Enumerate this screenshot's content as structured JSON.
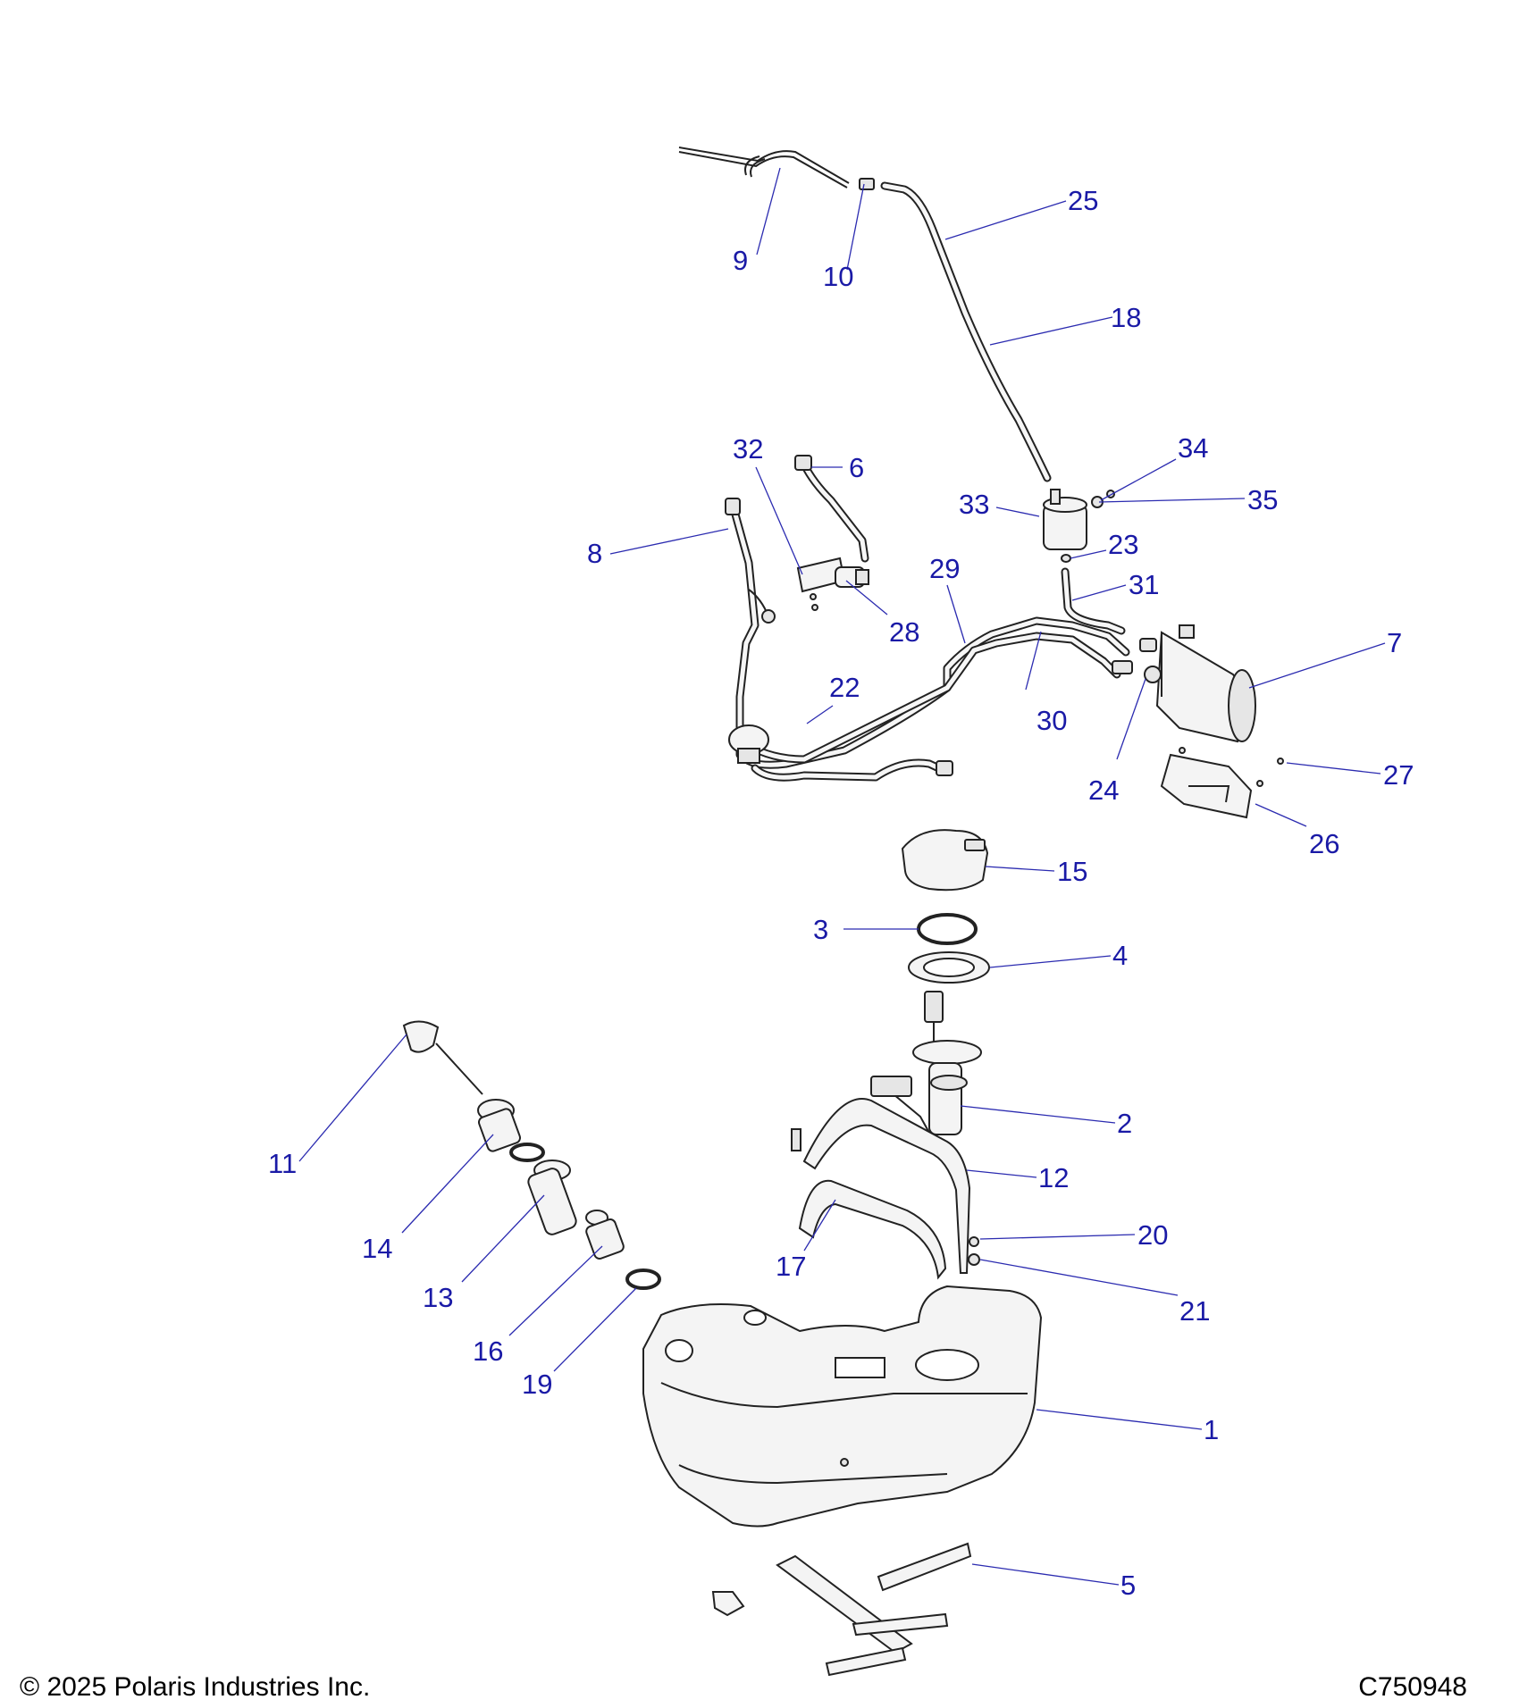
{
  "footer": {
    "copyright": "© 2025 Polaris Industries Inc.",
    "diagram_id": "C750948"
  },
  "callouts": [
    "1",
    "2",
    "3",
    "4",
    "5",
    "6",
    "7",
    "8",
    "9",
    "10",
    "11",
    "12",
    "13",
    "14",
    "15",
    "16",
    "17",
    "18",
    "19",
    "20",
    "21",
    "22",
    "23",
    "24",
    "25",
    "26",
    "27",
    "28",
    "29",
    "30",
    "31",
    "32",
    "33",
    "34",
    "35"
  ],
  "colors": {
    "callout": "#1a1aa6",
    "line": "#222222",
    "part_fill": "#f4f4f4"
  }
}
